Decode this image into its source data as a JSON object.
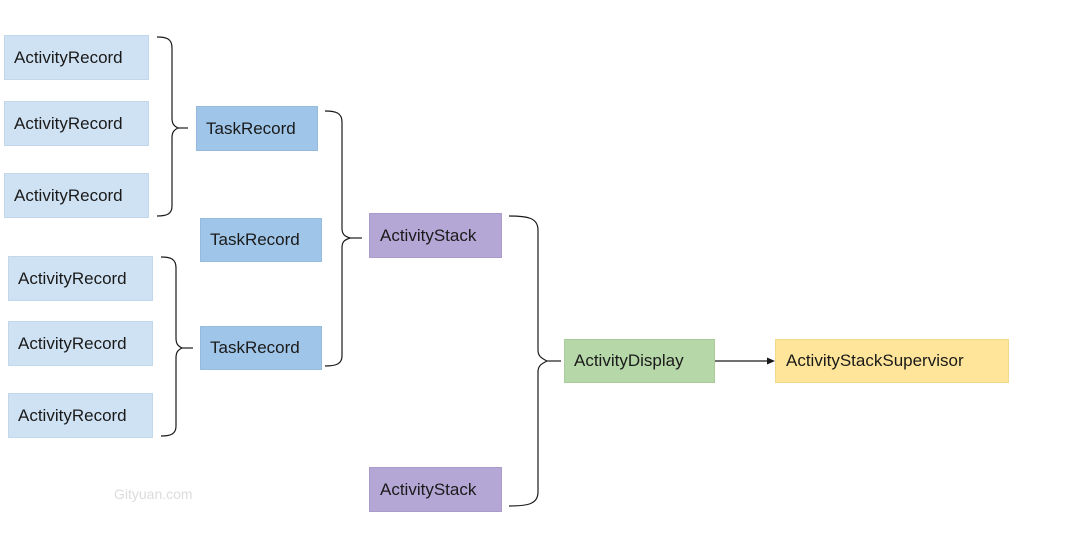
{
  "diagram": {
    "task1": {
      "activities": [
        "ActivityRecord",
        "ActivityRecord",
        "ActivityRecord"
      ],
      "task": "TaskRecord"
    },
    "task2": {
      "task": "TaskRecord"
    },
    "task3": {
      "activities": [
        "ActivityRecord",
        "ActivityRecord",
        "ActivityRecord"
      ],
      "task": "TaskRecord"
    },
    "stack1": "ActivityStack",
    "stack2": "ActivityStack",
    "display": "ActivityDisplay",
    "supervisor": "ActivityStackSupervisor"
  },
  "watermark": "Gityuan.com",
  "colors": {
    "activity_record": "#cfe2f3",
    "task_record": "#9fc5e8",
    "activity_stack": "#b4a7d6",
    "activity_display": "#b6d7a8",
    "supervisor": "#ffe599",
    "line": "#1a1a1a"
  }
}
